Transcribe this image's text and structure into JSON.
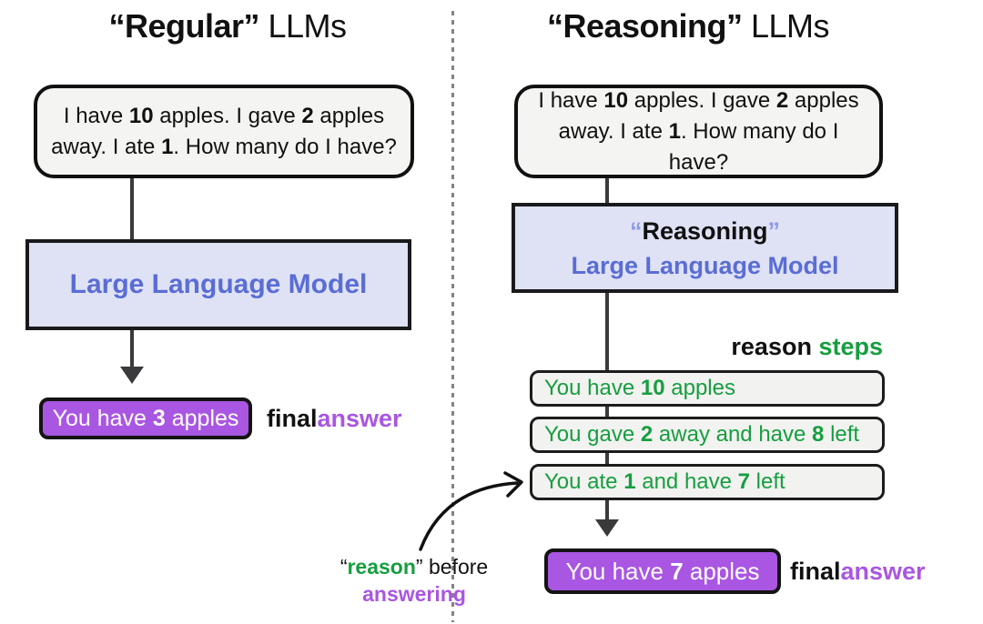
{
  "colors": {
    "ink": "#111111",
    "lavender_box_bg": "#dfe2f5",
    "model_text_blue": "#5a6dd4",
    "quote_lavender": "#8d99e8",
    "answer_purple": "#a956e2",
    "reason_green": "#169e3f",
    "question_box_bg": "#f4f4f2",
    "arrow_gray": "#3a3a3c",
    "divider_gray": "#838383"
  },
  "question": {
    "p1": "I have ",
    "n1": "10",
    "p2": " apples. I gave ",
    "n2": "2",
    "p3": " apples away. I ate ",
    "n3": "1",
    "p4": ". How many do I have?"
  },
  "left": {
    "title": {
      "quoted": "“Regular”",
      "rest": " LLMs"
    },
    "model_box": {
      "label": "Large Language Model"
    },
    "answer_box": {
      "p1": "You have ",
      "n": "3",
      "p2": " apples"
    },
    "final_label": {
      "final": "final ",
      "answer": "answer"
    }
  },
  "right": {
    "title": {
      "quoted": "“Reasoning”",
      "rest": " LLMs"
    },
    "model_box": {
      "q1": "“",
      "word": "Reasoning",
      "q2": "”",
      "line2": "Large Language Model"
    },
    "steps_label": {
      "reason": "reason ",
      "steps": "steps"
    },
    "steps": [
      {
        "p1": "You have ",
        "n1": "10",
        "p2": " apples",
        "n2": "",
        "p3": ""
      },
      {
        "p1": "You gave ",
        "n1": "2",
        "p2": " away and have ",
        "n2": "8",
        "p3": " left"
      },
      {
        "p1": "You ate ",
        "n1": "1",
        "p2": " and have ",
        "n2": "7",
        "p3": " left"
      }
    ],
    "answer_box": {
      "p1": "You have ",
      "n": "7",
      "p2": " apples"
    },
    "final_label": {
      "final": "final ",
      "answer": "answer"
    }
  },
  "annotation": {
    "q1": "“",
    "word": "reason",
    "q2": "” before",
    "line2": "answering"
  }
}
